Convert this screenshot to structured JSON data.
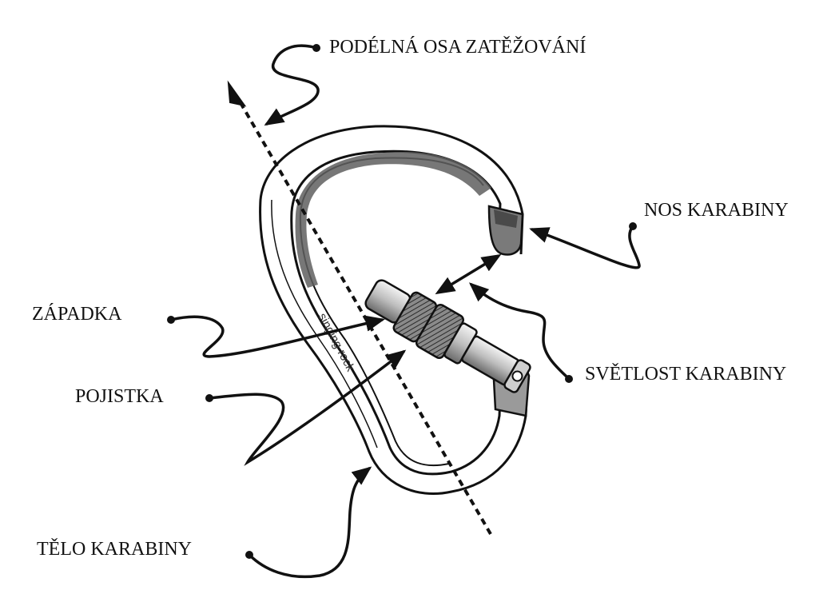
{
  "labels": {
    "load_axis": "PODÉLNÁ OSA ZATĚŽOVÁNÍ",
    "nose": "NOS KARABINY",
    "gate": "ZÁPADKA",
    "lock": "POJISTKA",
    "gate_opening": "SVĚTLOST KARABINY",
    "body": "TĚLO KARABINY"
  },
  "engraving": "singing rock",
  "colors": {
    "line": "#111111",
    "metal_fill": "#ffffff",
    "shade": "#6e6e6e",
    "sleeve_fill": "#d6d6d6",
    "background": "#ffffff"
  }
}
